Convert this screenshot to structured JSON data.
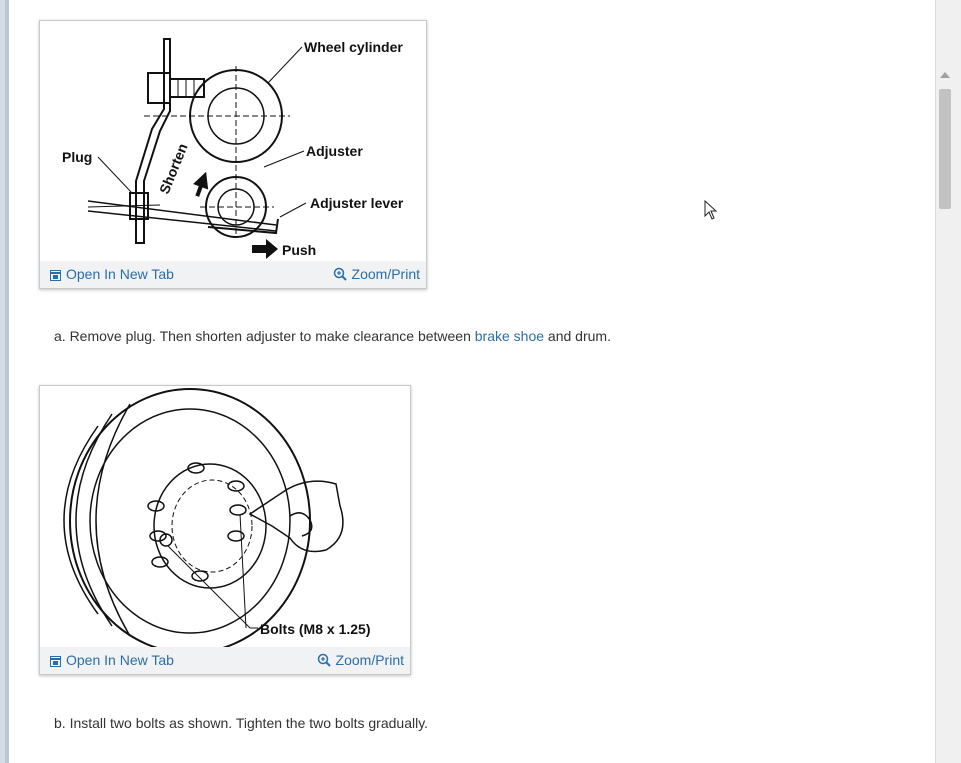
{
  "figure1": {
    "labels": {
      "wheel_cylinder": "Wheel cylinder",
      "adjuster": "Adjuster",
      "adjuster_lever": "Adjuster lever",
      "plug": "Plug",
      "shorten": "Shorten",
      "push": "Push"
    },
    "open_tab": "Open In New Tab",
    "zoom": "Zoom/Print"
  },
  "step_a": {
    "before": "a. Remove plug. Then shorten adjuster to make clearance between ",
    "link": "brake shoe",
    "after": " and drum."
  },
  "figure2": {
    "labels": {
      "bolts": "Bolts (M8 x 1.25)"
    },
    "open_tab": "Open In New Tab",
    "zoom": "Zoom/Print"
  },
  "step_b": {
    "text": "b. Install two bolts as shown. Tighten the two bolts gradually."
  }
}
